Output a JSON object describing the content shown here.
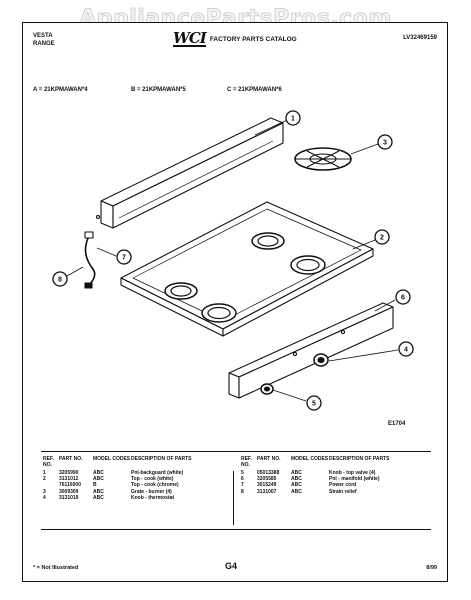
{
  "watermark": "AppliancePartsPros.com",
  "header": {
    "brand": "VESTA",
    "product": "RANGE",
    "logo": "WCI",
    "catalog": "FACTORY PARTS CATALOG",
    "doc_number": "LV32469159"
  },
  "models": [
    "A = 21KPMAWAN*4",
    "B = 21KPMAWAN*5",
    "C = 21KPMAWAN*6"
  ],
  "diagram": {
    "figure_id": "E1704",
    "callouts": [
      "1",
      "2",
      "3",
      "4",
      "5",
      "6",
      "7",
      "8"
    ]
  },
  "table": {
    "headers": {
      "ref": "REF. NO.",
      "part": "PART NO.",
      "model": "MODEL CODES",
      "desc": "DESCRIPTION OF PARTS"
    },
    "left_rows": [
      {
        "ref": "1",
        "part": "3205990",
        "model": "ABC",
        "desc": "Pnl-backguard (white)"
      },
      {
        "ref": "2",
        "part": "3131012",
        "model": "ABC",
        "desc": "Top - cook (white)"
      },
      {
        "ref": "",
        "part": "76116000",
        "model": "B",
        "desc": "Top - cook (chrome)"
      },
      {
        "ref": "3",
        "part": "3009309",
        "model": "ABC",
        "desc": "Grate - burner (4)"
      },
      {
        "ref": "4",
        "part": "3131019",
        "model": "ABC",
        "desc": "Knob - thermostat"
      }
    ],
    "right_rows": [
      {
        "ref": "5",
        "part": "05013388",
        "model": "ABC",
        "desc": "Knob - top valve (4)"
      },
      {
        "ref": "6",
        "part": "3205585",
        "model": "ABC",
        "desc": "Pnl - manifold (white)"
      },
      {
        "ref": "7",
        "part": "3015249",
        "model": "ABC",
        "desc": "Power cord"
      },
      {
        "ref": "8",
        "part": "3131007",
        "model": "ABC",
        "desc": "Strain relief"
      }
    ]
  },
  "footer": {
    "note": "* = Not Illustrated",
    "page": "G4",
    "date": "8/99"
  }
}
